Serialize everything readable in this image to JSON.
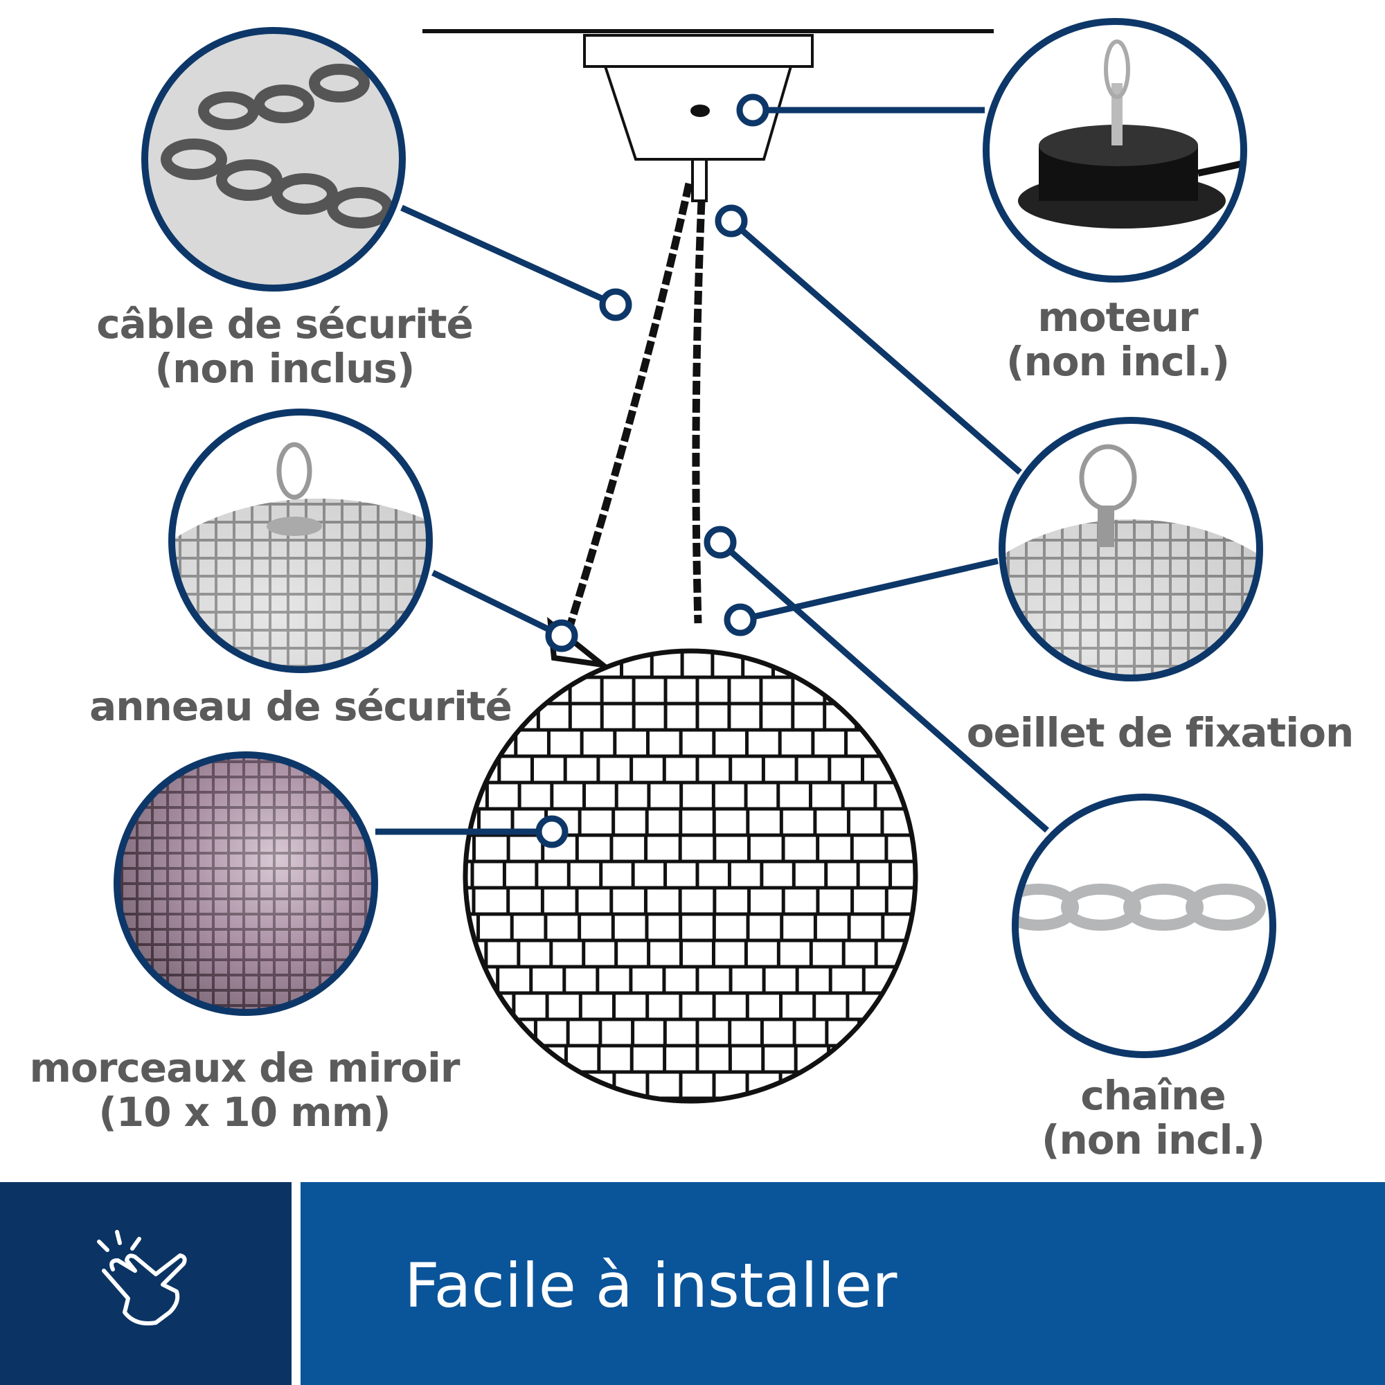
{
  "labels": {
    "safety_cable": [
      "câble de sécurité",
      "(non inclus)"
    ],
    "motor": [
      "moteur",
      "(non incl.)"
    ],
    "safety_ring": [
      "anneau de sécurité"
    ],
    "eyelet": [
      "oeillet de fixation"
    ],
    "mirror_pieces": [
      "morceaux de miroir",
      "(10 x 10 mm)"
    ],
    "chain": [
      "chaîne",
      "(non incl.)"
    ]
  },
  "banner": {
    "text": "Facile à installer",
    "icon": "tap-hand-icon"
  },
  "colors": {
    "navy": "#0b3464",
    "blue": "#0a5499",
    "label": "#5b5b5b",
    "ring": "#0d3768"
  }
}
